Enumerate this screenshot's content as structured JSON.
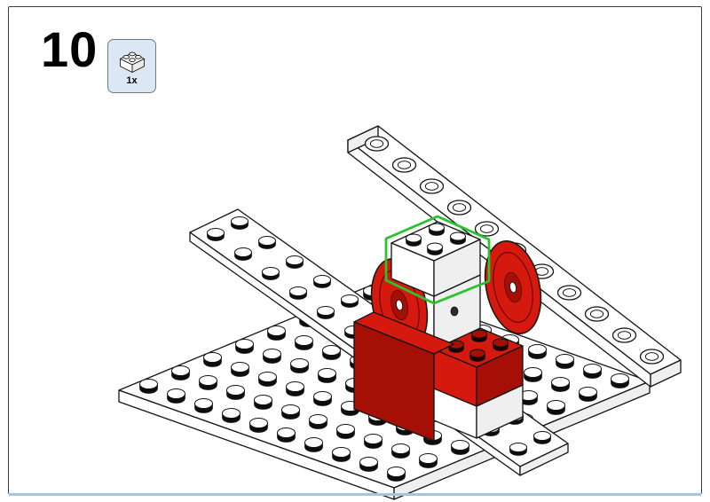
{
  "page": {
    "step_number": "10",
    "frame_color": "#3f3f3f",
    "bottom_strip_color": "#a9c3da"
  },
  "parts_callout": {
    "quantity": "1x",
    "part": "2x2-brick-white",
    "box_fill": "#dbe8f4",
    "box_border": "#6f7a85"
  },
  "scene": {
    "type": "lego-assembly-isometric",
    "highlight": {
      "part": "new-brick-2x2",
      "color": "#29c32c"
    },
    "colors": {
      "white_face": "#ffffff",
      "shade_face": "#efefef",
      "outline": "#141414",
      "red_bright": "#d6190e",
      "red_dark": "#a50f06",
      "red_deep": "#700902",
      "stud_side": "#0d0d0d"
    },
    "parts": [
      {
        "name": "baseplate-10x8",
        "color": "white"
      },
      {
        "name": "long-plate-lower-2x12",
        "color": "white"
      },
      {
        "name": "long-plate-upper-1x11-rings",
        "color": "white"
      },
      {
        "name": "brick-2x4-white-base",
        "color": "white"
      },
      {
        "name": "brick-2x4-red",
        "color": "red"
      },
      {
        "name": "red-wedge",
        "color": "red"
      },
      {
        "name": "brick-2x2-hub-axle-hole",
        "color": "white"
      },
      {
        "name": "pulley-left",
        "color": "red"
      },
      {
        "name": "pulley-right",
        "color": "red"
      },
      {
        "name": "new-brick-2x2",
        "color": "white",
        "highlighted": true
      }
    ]
  }
}
